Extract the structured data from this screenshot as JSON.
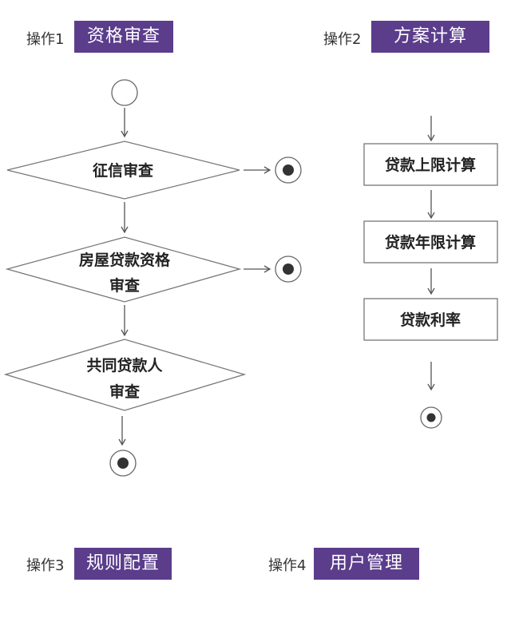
{
  "op1": {
    "prefix": "操作1",
    "title": "资格审查"
  },
  "op2": {
    "prefix": "操作2",
    "title": "方案计算"
  },
  "op3": {
    "prefix": "操作3",
    "title": "规则配置"
  },
  "op4": {
    "prefix": "操作4",
    "title": "用户管理"
  },
  "flow_left": {
    "credit_check": "征信审查",
    "housing_loan_check_line1": "房屋贷款资格",
    "housing_loan_check_line2": "审查",
    "co_borrower_check_line1": "共同贷款人",
    "co_borrower_check_line2": "审查"
  },
  "flow_right": {
    "loan_limit_calc": "贷款上限计算",
    "loan_term_calc": "贷款年限计算",
    "loan_rate": "贷款利率"
  },
  "colors": {
    "tag_bg": "#5b3d8c",
    "tag_text": "#ffffff",
    "line": "#555555"
  }
}
